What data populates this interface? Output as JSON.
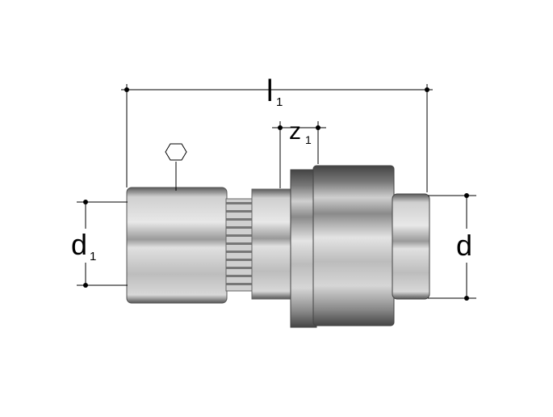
{
  "diagram": {
    "labels": {
      "overall_length": "l",
      "overall_length_sub": "1",
      "insertion_depth": "z",
      "insertion_depth_sub": "1",
      "inlet_diameter": "d",
      "inlet_diameter_sub": "1",
      "outlet_diameter": "d"
    },
    "icons": [
      "hexagon-wrench-icon"
    ]
  }
}
